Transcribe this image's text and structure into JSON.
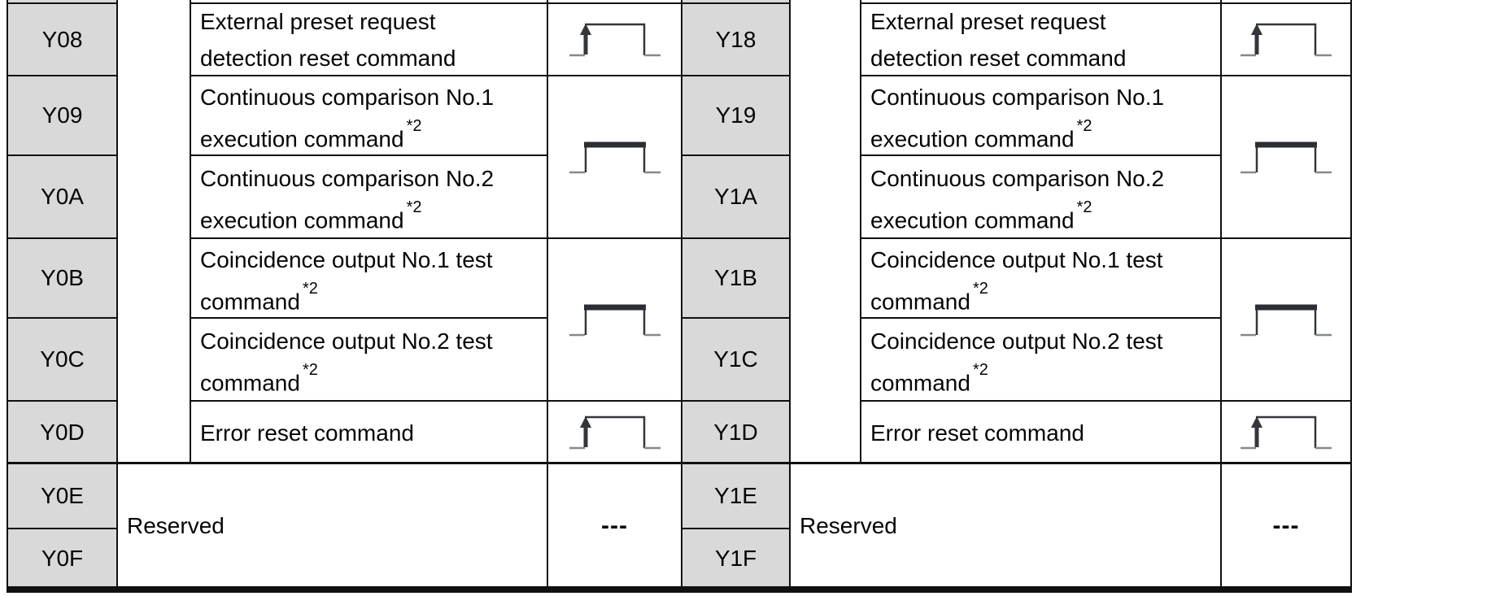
{
  "colors": {
    "cell_fill_gray": "#d9d9d9",
    "border": "#101010",
    "waveform_stroke": "#33363b",
    "text": "#050505"
  },
  "icons": {
    "rising-edge-pulse-icon": "square pulse with up-arrow on rising edge (momentary command)",
    "level-signal-icon": "square pulse with bold high-level segment (level command)",
    "no-waveform": "---"
  },
  "left": {
    "y08": {
      "id": "Y08",
      "l1": "External preset request",
      "l2": "detection reset command"
    },
    "y09": {
      "id": "Y09",
      "l1": "Continuous comparison No.1",
      "l2": "execution command",
      "sup": "*2"
    },
    "y0a": {
      "id": "Y0A",
      "l1": "Continuous comparison No.2",
      "l2": "execution command",
      "sup": "*2"
    },
    "y0b": {
      "id": "Y0B",
      "l1": "Coincidence output No.1 test",
      "l2": "command",
      "sup": "*2"
    },
    "y0c": {
      "id": "Y0C",
      "l1": "Coincidence output No.2 test",
      "l2": "command",
      "sup": "*2"
    },
    "y0d": {
      "id": "Y0D",
      "desc": "Error reset command"
    },
    "y0e": {
      "id": "Y0E"
    },
    "y0f": {
      "id": "Y0F"
    },
    "reserved": "Reserved",
    "no_wave": "---"
  },
  "right": {
    "y18": {
      "id": "Y18",
      "l1": "External preset request",
      "l2": "detection reset command"
    },
    "y19": {
      "id": "Y19",
      "l1": "Continuous comparison No.1",
      "l2": "execution command",
      "sup": "*2"
    },
    "y1a": {
      "id": "Y1A",
      "l1": "Continuous comparison No.2",
      "l2": "execution command",
      "sup": "*2"
    },
    "y1b": {
      "id": "Y1B",
      "l1": "Coincidence output No.1 test",
      "l2": "command",
      "sup": "*2"
    },
    "y1c": {
      "id": "Y1C",
      "l1": "Coincidence output No.2 test",
      "l2": "command",
      "sup": "*2"
    },
    "y1d": {
      "id": "Y1D",
      "desc": "Error reset command"
    },
    "y1e": {
      "id": "Y1E"
    },
    "y1f": {
      "id": "Y1F"
    },
    "reserved": "Reserved",
    "no_wave": "---"
  }
}
